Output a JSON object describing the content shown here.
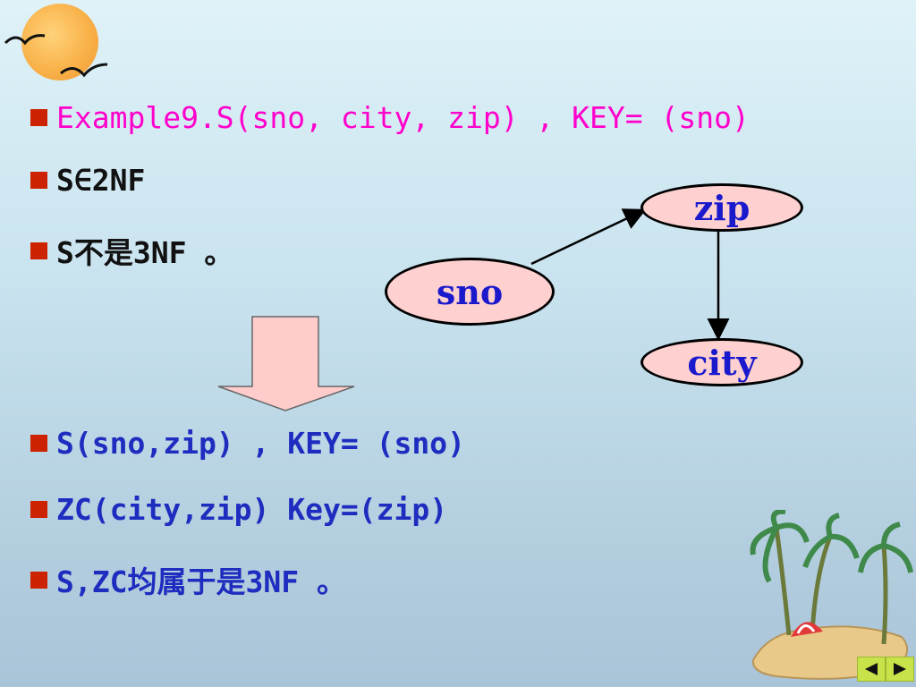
{
  "lines": [
    {
      "text": "Example9.S(sno, city, zip) , KEY= (sno)",
      "color": "#ff00cc"
    },
    {
      "text": "S∈2NF",
      "color": "#111111"
    },
    {
      "text": "S不是3NF 。",
      "color": "#111111"
    },
    {
      "text": "S(sno,zip) , KEY= (sno)",
      "color": "#1e2cbf"
    },
    {
      "text": "ZC(city,zip) Key=(zip)",
      "color": "#1e2cbf"
    },
    {
      "text": "S,ZC均属于是3NF 。",
      "color": "#1e2cbf"
    }
  ],
  "diagram": {
    "nodes": [
      {
        "id": "sno",
        "label": "sno"
      },
      {
        "id": "zip",
        "label": "zip"
      },
      {
        "id": "city",
        "label": "city"
      }
    ],
    "edges": [
      {
        "from": "sno",
        "to": "zip"
      },
      {
        "from": "zip",
        "to": "city"
      }
    ]
  },
  "nav": {
    "prev_icon": "triangle-left-icon",
    "next_icon": "triangle-right-icon"
  },
  "colors": {
    "bullet": "#cc2200",
    "node_fill": "#ffd0d0",
    "arrow_fill": "#ffcccc"
  }
}
